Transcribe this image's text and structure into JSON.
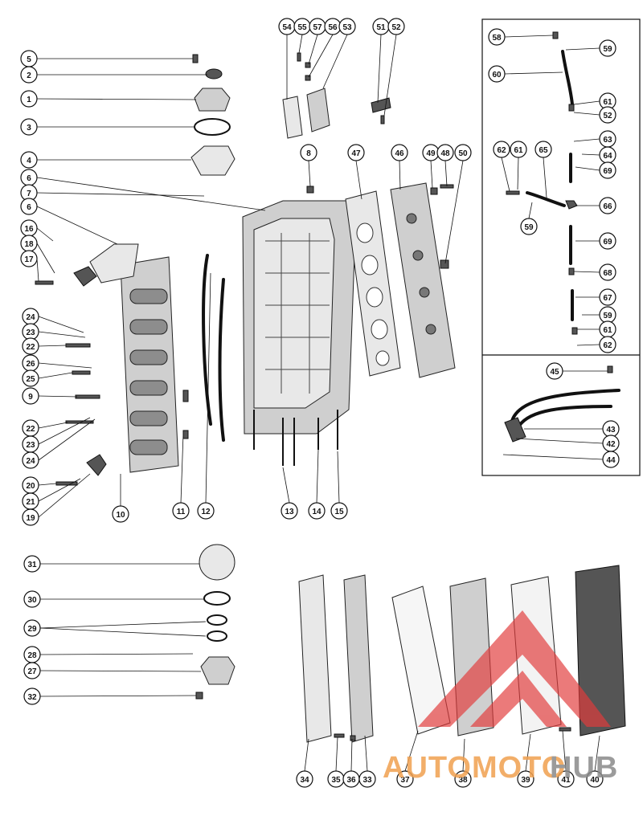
{
  "callouts": [
    {
      "id": "c5",
      "label": "5"
    },
    {
      "id": "c2",
      "label": "2"
    },
    {
      "id": "c1",
      "label": "1"
    },
    {
      "id": "c3",
      "label": "3"
    },
    {
      "id": "c4",
      "label": "4"
    },
    {
      "id": "c6a",
      "label": "6"
    },
    {
      "id": "c7",
      "label": "7"
    },
    {
      "id": "c6b",
      "label": "6"
    },
    {
      "id": "c16",
      "label": "16"
    },
    {
      "id": "c18",
      "label": "18"
    },
    {
      "id": "c17",
      "label": "17"
    },
    {
      "id": "c24a",
      "label": "24"
    },
    {
      "id": "c23a",
      "label": "23"
    },
    {
      "id": "c22a",
      "label": "22"
    },
    {
      "id": "c26",
      "label": "26"
    },
    {
      "id": "c25",
      "label": "25"
    },
    {
      "id": "c9",
      "label": "9"
    },
    {
      "id": "c22b",
      "label": "22"
    },
    {
      "id": "c23b",
      "label": "23"
    },
    {
      "id": "c24b",
      "label": "24"
    },
    {
      "id": "c20",
      "label": "20"
    },
    {
      "id": "c21",
      "label": "21"
    },
    {
      "id": "c19",
      "label": "19"
    },
    {
      "id": "c10",
      "label": "10"
    },
    {
      "id": "c11",
      "label": "11"
    },
    {
      "id": "c12",
      "label": "12"
    },
    {
      "id": "c13",
      "label": "13"
    },
    {
      "id": "c14",
      "label": "14"
    },
    {
      "id": "c15",
      "label": "15"
    },
    {
      "id": "c8",
      "label": "8"
    },
    {
      "id": "c47",
      "label": "47"
    },
    {
      "id": "c46",
      "label": "46"
    },
    {
      "id": "c49",
      "label": "49"
    },
    {
      "id": "c48",
      "label": "48"
    },
    {
      "id": "c50",
      "label": "50"
    },
    {
      "id": "c54",
      "label": "54"
    },
    {
      "id": "c55",
      "label": "55"
    },
    {
      "id": "c57",
      "label": "57"
    },
    {
      "id": "c56",
      "label": "56"
    },
    {
      "id": "c53",
      "label": "53"
    },
    {
      "id": "c51",
      "label": "51"
    },
    {
      "id": "c52a",
      "label": "52"
    },
    {
      "id": "c58",
      "label": "58"
    },
    {
      "id": "c59a",
      "label": "59"
    },
    {
      "id": "c60",
      "label": "60"
    },
    {
      "id": "c61a",
      "label": "61"
    },
    {
      "id": "c52b",
      "label": "52"
    },
    {
      "id": "c62a",
      "label": "62"
    },
    {
      "id": "c61b",
      "label": "61"
    },
    {
      "id": "c65",
      "label": "65"
    },
    {
      "id": "c63",
      "label": "63"
    },
    {
      "id": "c64",
      "label": "64"
    },
    {
      "id": "c69a",
      "label": "69"
    },
    {
      "id": "c66",
      "label": "66"
    },
    {
      "id": "c59b",
      "label": "59"
    },
    {
      "id": "c69b",
      "label": "69"
    },
    {
      "id": "c68",
      "label": "68"
    },
    {
      "id": "c67",
      "label": "67"
    },
    {
      "id": "c59c",
      "label": "59"
    },
    {
      "id": "c61c",
      "label": "61"
    },
    {
      "id": "c62b",
      "label": "62"
    },
    {
      "id": "c45",
      "label": "45"
    },
    {
      "id": "c43",
      "label": "43"
    },
    {
      "id": "c42",
      "label": "42"
    },
    {
      "id": "c44",
      "label": "44"
    },
    {
      "id": "c31",
      "label": "31"
    },
    {
      "id": "c30",
      "label": "30"
    },
    {
      "id": "c29",
      "label": "29"
    },
    {
      "id": "c28",
      "label": "28"
    },
    {
      "id": "c27",
      "label": "27"
    },
    {
      "id": "c32",
      "label": "32"
    },
    {
      "id": "c34",
      "label": "34"
    },
    {
      "id": "c35",
      "label": "35"
    },
    {
      "id": "c36",
      "label": "36"
    },
    {
      "id": "c33",
      "label": "33"
    },
    {
      "id": "c37",
      "label": "37"
    },
    {
      "id": "c38",
      "label": "38"
    },
    {
      "id": "c39",
      "label": "39"
    },
    {
      "id": "c41",
      "label": "41"
    },
    {
      "id": "c40",
      "label": "40"
    }
  ],
  "watermark": {
    "word_a": "AUTOMOTO",
    "word_b": "HUB",
    "color_a": "#f0a050",
    "color_b": "#8a8a8a",
    "logo_color": "#e23b3b"
  }
}
